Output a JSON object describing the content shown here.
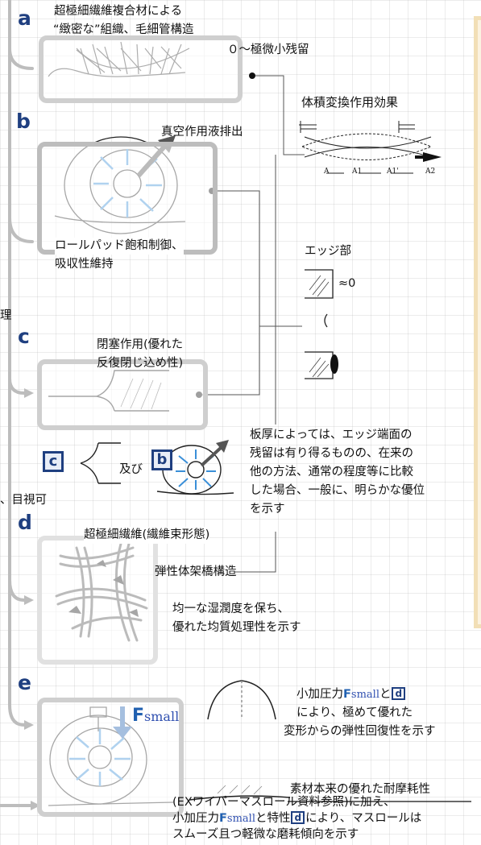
{
  "letters": {
    "a": "a",
    "b": "b",
    "c": "c",
    "d": "d",
    "e": "e"
  },
  "badges": {
    "c": "c",
    "b": "b",
    "d": "d"
  },
  "a": {
    "line1": "超極細繊維複合材による",
    "line2": "“緻密な”組織、毛細管構造",
    "residue": "０～極微小残留"
  },
  "volume": {
    "title": "体積変換作用効果",
    "labels": [
      "A",
      "A1",
      "A1'",
      "A2"
    ]
  },
  "b": {
    "vacuum": "真空作用液排出",
    "line1": "ロールパッド飽和制御、",
    "line2": "吸収性維持"
  },
  "edge": {
    "title": "エッジ部",
    "approx": "≈0"
  },
  "left_fragments": {
    "f1": "理",
    "f2": "、目視可"
  },
  "c": {
    "line1": "閉塞作用(優れた",
    "line2": "反復閉じ込め性)"
  },
  "and": "及び",
  "thickness": {
    "lines": [
      "板厚によっては、エッジ端面の",
      "残留は有り得るものの、在来の",
      "他の方法、通常の程度等に比較",
      "した場合、一般に、明らかな優位",
      "を示す"
    ]
  },
  "d": {
    "fiber": "超極細繊維(繊維束形態)",
    "elastic": "弾性体架橋構造",
    "line1": "均一な湿潤度を保ち、",
    "line2": "優れた均質処理性を示す"
  },
  "e": {
    "force_letter": "F",
    "force_sub": "small",
    "r1a": "小加圧力",
    "r1b": "と",
    "r2": "により、極めて優れた",
    "r3": "変形からの弾性回復性を示す",
    "wear": "素材本来の優れた耐摩耗性",
    "b1": "(EXワイパーマスロール資料参照)に加え、",
    "b2a": "小加圧力",
    "b2b": "と特性",
    "b2c": "により、マスロールは",
    "b3": "スムーズ且つ軽微な磨耗傾向を示す"
  }
}
